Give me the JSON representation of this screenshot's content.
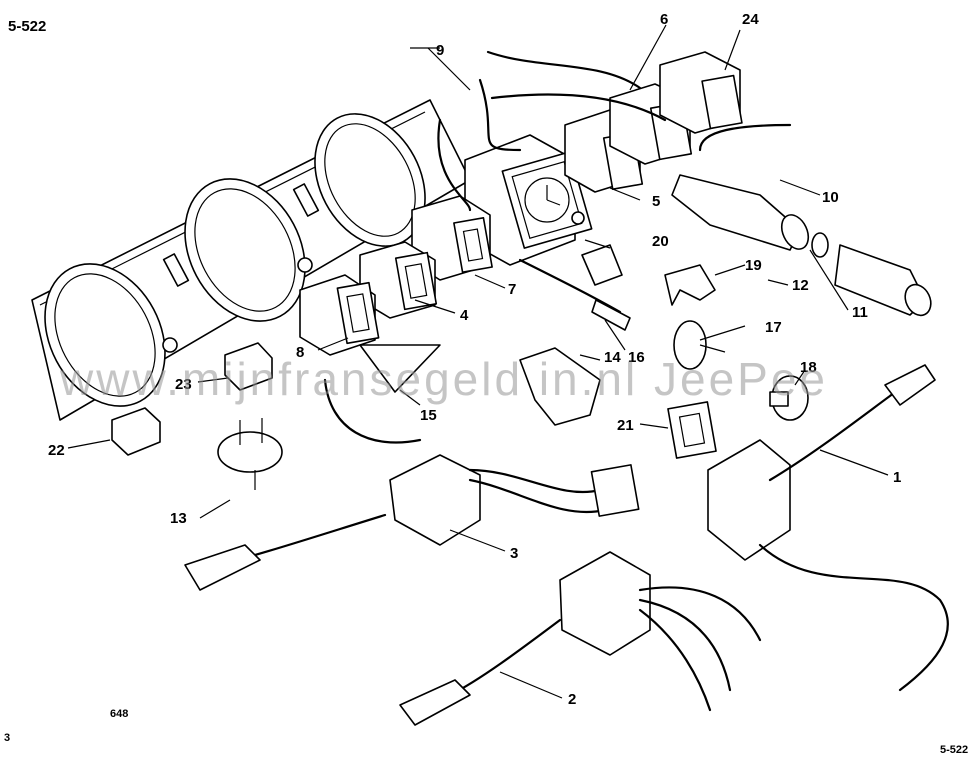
{
  "page": {
    "ref_top_left": "5-522",
    "ref_bottom_right": "5-522",
    "code_bottom_left": "648",
    "corner_mark": "3"
  },
  "watermark": "www.mijnfransegeld in.nl    JeePee",
  "callouts": {
    "c1": "1",
    "c2": "2",
    "c3": "3",
    "c4": "4",
    "c5": "5",
    "c6": "6",
    "c7": "7",
    "c8": "8",
    "c9": "9",
    "c10": "10",
    "c11": "11",
    "c12": "12",
    "c13": "13",
    "c14": "14",
    "c15": "15",
    "c16": "16",
    "c17": "17",
    "c18": "18",
    "c19": "19",
    "c20": "20",
    "c21": "21",
    "c22": "22",
    "c23": "23",
    "c24": "24"
  }
}
